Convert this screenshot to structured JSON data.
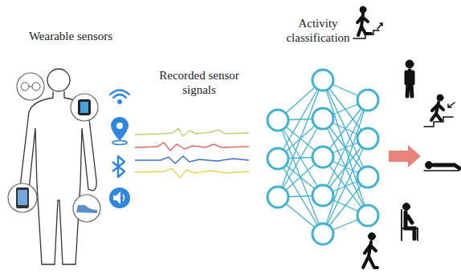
{
  "diagram": {
    "labels": [
      "Wearable sensors",
      "Recorded sensor signals",
      "Activity classification"
    ]
  }
}
